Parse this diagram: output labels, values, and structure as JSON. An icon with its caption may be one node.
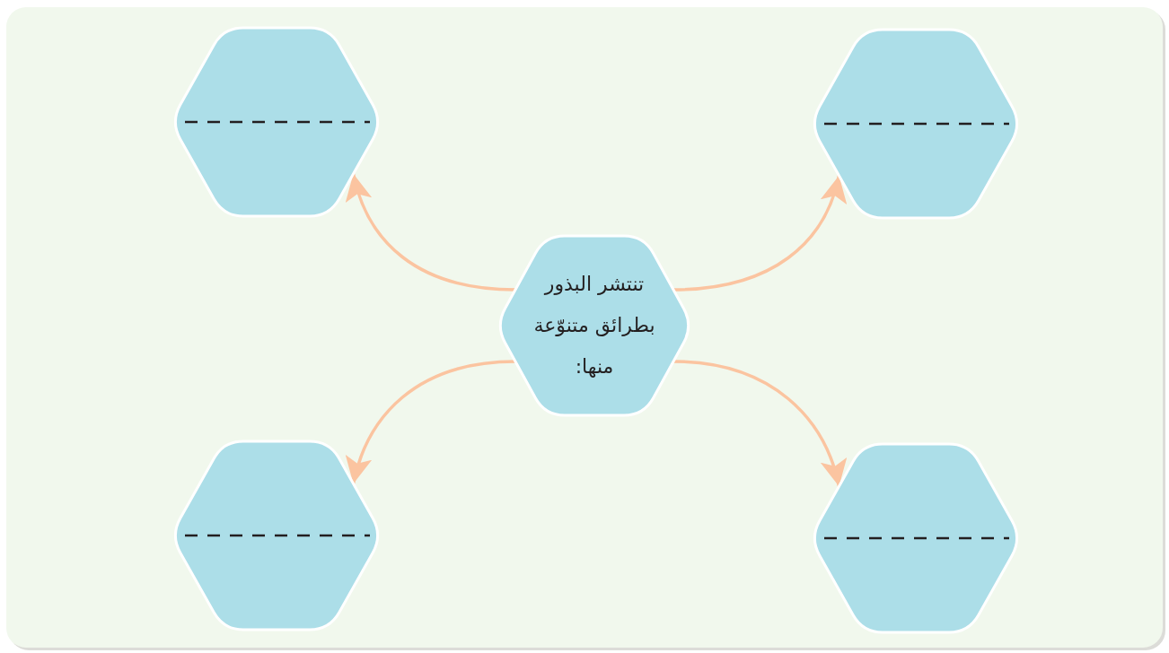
{
  "diagram": {
    "nodes": [
      {
        "text": [
          "تنتشر البذور بطرائق متنوّعة منها:"
        ]
      },
      {
        "text": [],
        "shape": "hexagon"
      },
      {
        "text": [],
        "shape": "hexagon"
      },
      {
        "text": [],
        "shape": "hexagon"
      },
      {
        "text": [],
        "shape": "hexagon"
      }
    ],
    "edges": [
      {
        "from": 0,
        "to": 1,
        "arrow": "to"
      },
      {
        "from": 0,
        "to": 2,
        "arrow": "to"
      },
      {
        "from": 0,
        "to": 3,
        "arrow": "to"
      },
      {
        "from": 0,
        "to": 4,
        "arrow": "to"
      }
    ]
  }
}
